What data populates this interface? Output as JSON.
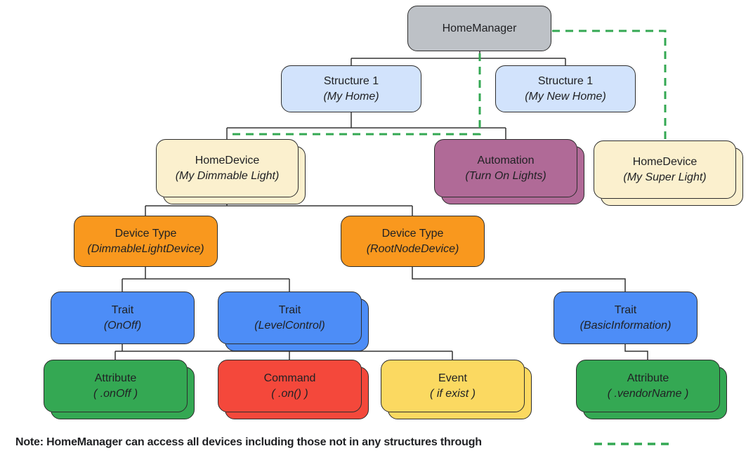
{
  "nodes": [
    {
      "title": "HomeManager",
      "subtitle": ""
    },
    {
      "title": "Structure 1",
      "subtitle": "(My Home)"
    },
    {
      "title": "Structure 1",
      "subtitle": "(My New Home)"
    },
    {
      "title": "HomeDevice",
      "subtitle": "(My Dimmable Light)"
    },
    {
      "title": "Automation",
      "subtitle": "(Turn On Lights)"
    },
    {
      "title": "HomeDevice",
      "subtitle": "(My Super Light)"
    },
    {
      "title": "Device Type",
      "subtitle": "(DimmableLightDevice)"
    },
    {
      "title": "Device Type",
      "subtitle": "(RootNodeDevice)"
    },
    {
      "title": "Trait",
      "subtitle": "(OnOff)"
    },
    {
      "title": "Trait",
      "subtitle": "(LevelControl)"
    },
    {
      "title": "Trait",
      "subtitle": "(BasicInformation)"
    },
    {
      "title": "Attribute",
      "subtitle": "( .onOff )"
    },
    {
      "title": "Command",
      "subtitle": "( .on() )"
    },
    {
      "title": "Event",
      "subtitle": "( if exist )"
    },
    {
      "title": "Attribute",
      "subtitle": "( .vendorName )"
    }
  ],
  "note": {
    "text": "Note: HomeManager can access all devices including those not in any structures through"
  },
  "colors": {
    "gray": "#BDC1C6",
    "light_blue": "#D2E3FC",
    "cream": "#FBF0CE",
    "purple": "#B06A97",
    "orange": "#F9981E",
    "blue": "#4D8DF7",
    "green": "#34A853",
    "red": "#F4483B",
    "yellow": "#FBD961",
    "dashed_link": "#34A853",
    "connector": "#333333",
    "text": "#202124"
  }
}
